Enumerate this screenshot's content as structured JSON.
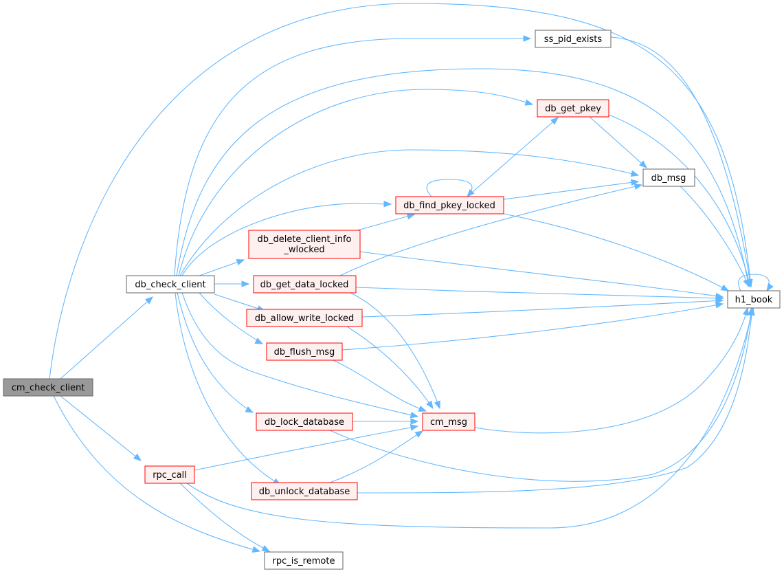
{
  "colors": {
    "edge": "#63b8ff",
    "node_border_default": "#666666",
    "node_border_highlight": "#ff0000",
    "node_fill_default": "#ffffff",
    "node_fill_highlight": "#fff0f0",
    "node_fill_focus": "#999999"
  },
  "nodes": {
    "cm_check_client": {
      "label": "cm_check_client",
      "style": "focus"
    },
    "db_check_client": {
      "label": "db_check_client",
      "style": "default"
    },
    "rpc_call": {
      "label": "rpc_call",
      "style": "highlight"
    },
    "rpc_is_remote": {
      "label": "rpc_is_remote",
      "style": "default"
    },
    "ss_pid_exists": {
      "label": "ss_pid_exists",
      "style": "default"
    },
    "db_get_pkey": {
      "label": "db_get_pkey",
      "style": "highlight"
    },
    "db_msg": {
      "label": "db_msg",
      "style": "default"
    },
    "db_find_pkey_locked": {
      "label": "db_find_pkey_locked",
      "style": "highlight"
    },
    "db_delete_client_info_wlocked": {
      "label_lines": [
        "db_delete_client_info",
        "_wlocked"
      ],
      "style": "highlight"
    },
    "db_get_data_locked": {
      "label": "db_get_data_locked",
      "style": "highlight"
    },
    "db_allow_write_locked": {
      "label": "db_allow_write_locked",
      "style": "highlight"
    },
    "db_flush_msg": {
      "label": "db_flush_msg",
      "style": "highlight"
    },
    "db_lock_database": {
      "label": "db_lock_database",
      "style": "highlight"
    },
    "db_unlock_database": {
      "label": "db_unlock_database",
      "style": "highlight"
    },
    "cm_msg": {
      "label": "cm_msg",
      "style": "highlight"
    },
    "h1_book": {
      "label": "h1_book",
      "style": "default"
    }
  },
  "edges": [
    [
      "cm_check_client",
      "db_check_client"
    ],
    [
      "cm_check_client",
      "h1_book"
    ],
    [
      "cm_check_client",
      "rpc_call"
    ],
    [
      "cm_check_client",
      "rpc_is_remote"
    ],
    [
      "db_check_client",
      "ss_pid_exists"
    ],
    [
      "db_check_client",
      "h1_book"
    ],
    [
      "db_check_client",
      "db_get_pkey"
    ],
    [
      "db_check_client",
      "db_msg"
    ],
    [
      "db_check_client",
      "db_find_pkey_locked"
    ],
    [
      "db_check_client",
      "db_delete_client_info_wlocked"
    ],
    [
      "db_check_client",
      "db_get_data_locked"
    ],
    [
      "db_check_client",
      "db_allow_write_locked"
    ],
    [
      "db_check_client",
      "db_flush_msg"
    ],
    [
      "db_check_client",
      "cm_msg"
    ],
    [
      "db_check_client",
      "db_lock_database"
    ],
    [
      "db_check_client",
      "db_unlock_database"
    ],
    [
      "ss_pid_exists",
      "h1_book"
    ],
    [
      "db_get_pkey",
      "db_msg"
    ],
    [
      "db_get_pkey",
      "h1_book"
    ],
    [
      "db_msg",
      "h1_book"
    ],
    [
      "db_find_pkey_locked",
      "db_find_pkey_locked"
    ],
    [
      "db_find_pkey_locked",
      "db_get_pkey"
    ],
    [
      "db_find_pkey_locked",
      "db_msg"
    ],
    [
      "db_find_pkey_locked",
      "h1_book"
    ],
    [
      "db_delete_client_info_wlocked",
      "db_find_pkey_locked"
    ],
    [
      "db_delete_client_info_wlocked",
      "h1_book"
    ],
    [
      "db_get_data_locked",
      "db_msg"
    ],
    [
      "db_get_data_locked",
      "h1_book"
    ],
    [
      "db_get_data_locked",
      "cm_msg"
    ],
    [
      "db_allow_write_locked",
      "h1_book"
    ],
    [
      "db_allow_write_locked",
      "cm_msg"
    ],
    [
      "db_flush_msg",
      "h1_book"
    ],
    [
      "db_flush_msg",
      "cm_msg"
    ],
    [
      "db_lock_database",
      "cm_msg"
    ],
    [
      "db_lock_database",
      "h1_book"
    ],
    [
      "db_unlock_database",
      "cm_msg"
    ],
    [
      "db_unlock_database",
      "h1_book"
    ],
    [
      "cm_msg",
      "h1_book"
    ],
    [
      "rpc_call",
      "cm_msg"
    ],
    [
      "rpc_call",
      "h1_book"
    ],
    [
      "rpc_call",
      "rpc_is_remote"
    ],
    [
      "h1_book",
      "h1_book"
    ]
  ]
}
